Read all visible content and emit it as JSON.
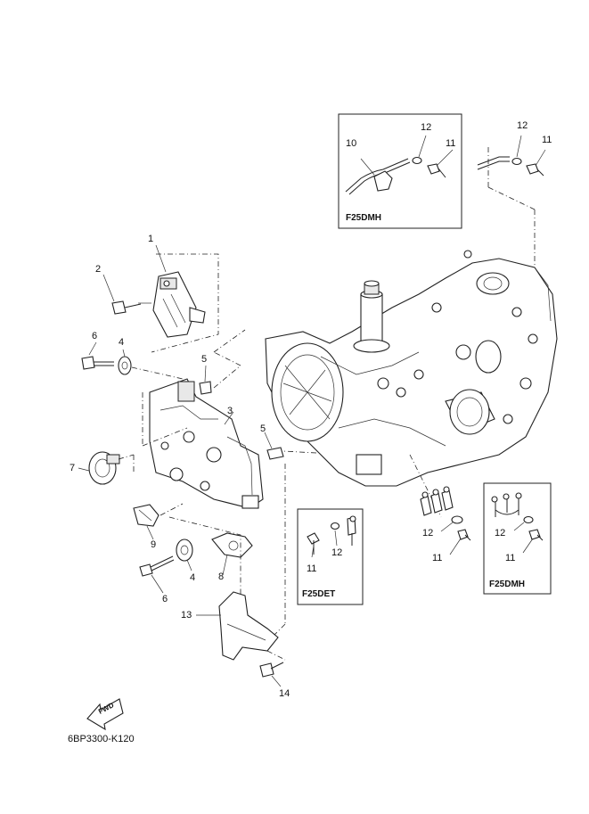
{
  "diagram": {
    "document_code": "6BP3300-K120",
    "fwd_label": "FWD",
    "variant_boxes": [
      {
        "id": "top",
        "label": "F25DMH"
      },
      {
        "id": "mid",
        "label": "F25DET"
      },
      {
        "id": "right",
        "label": "F25DMH"
      }
    ],
    "callouts": [
      {
        "id": "c1",
        "text": "1"
      },
      {
        "id": "c2",
        "text": "2"
      },
      {
        "id": "c3",
        "text": "3"
      },
      {
        "id": "c4a",
        "text": "4"
      },
      {
        "id": "c4b",
        "text": "4"
      },
      {
        "id": "c5a",
        "text": "5"
      },
      {
        "id": "c5b",
        "text": "5"
      },
      {
        "id": "c6a",
        "text": "6"
      },
      {
        "id": "c6b",
        "text": "6"
      },
      {
        "id": "c7",
        "text": "7"
      },
      {
        "id": "c8",
        "text": "8"
      },
      {
        "id": "c9",
        "text": "9"
      },
      {
        "id": "c10",
        "text": "10"
      },
      {
        "id": "c11a",
        "text": "11"
      },
      {
        "id": "c11b",
        "text": "11"
      },
      {
        "id": "c11c",
        "text": "11"
      },
      {
        "id": "c11d",
        "text": "11"
      },
      {
        "id": "c11e",
        "text": "11"
      },
      {
        "id": "c12a",
        "text": "12"
      },
      {
        "id": "c12b",
        "text": "12"
      },
      {
        "id": "c12c",
        "text": "12"
      },
      {
        "id": "c12d",
        "text": "12"
      },
      {
        "id": "c12e",
        "text": "12"
      },
      {
        "id": "c13",
        "text": "13"
      },
      {
        "id": "c14",
        "text": "14"
      }
    ]
  }
}
